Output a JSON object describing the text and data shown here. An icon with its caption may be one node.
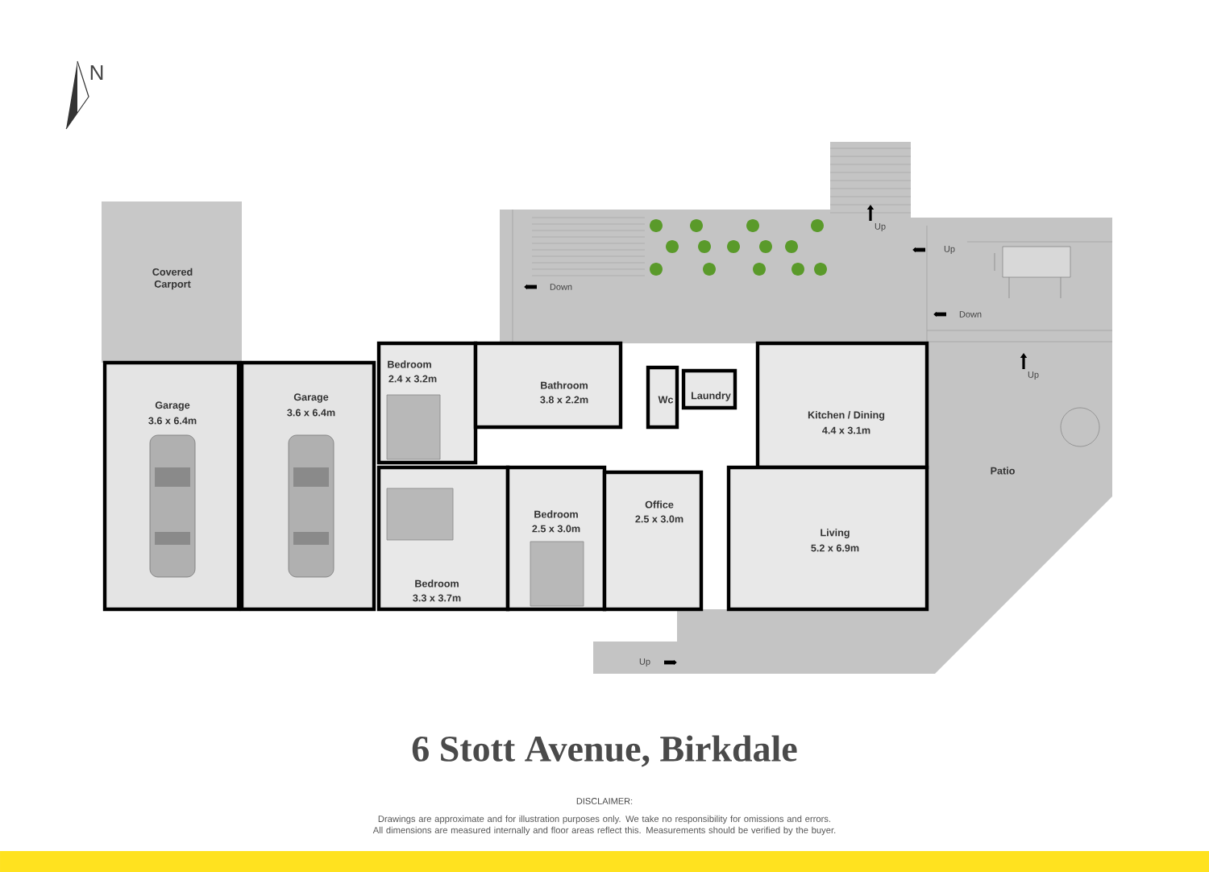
{
  "diagram": {
    "title": "6 Stott Avenue, Birkdale",
    "caption": "Drawings are approximate and for illustration purposes only. We take no responsibility for omissions and errors. All dimensions are measured internally and floor areas reflect this. Measurements should be verified by the buyer.",
    "nodes": [
      {
        "text": [
          "Covered Carport"
        ]
      },
      {
        "text": [
          "Garage",
          "3.6 x 6.4m"
        ]
      },
      {
        "text": [
          "Garage",
          "3.6 x 6.4m"
        ]
      },
      {
        "text": [
          "Bedroom",
          "2.4 x 3.2m"
        ]
      },
      {
        "text": [
          "Bathroom",
          "3.8 x 2.2m"
        ]
      },
      {
        "text": [
          "Wc"
        ]
      },
      {
        "text": [
          "Laundry"
        ]
      },
      {
        "text": [
          "Kitchen / Dining",
          "4.4 x 3.1m"
        ]
      },
      {
        "text": [
          "Bedroom",
          "3.3 x 3.7m"
        ]
      },
      {
        "text": [
          "Bedroom",
          "2.5 x 3.0m"
        ]
      },
      {
        "text": [
          "Office",
          "2.5 x 3.0m"
        ]
      },
      {
        "text": [
          "Living",
          "5.2 x 6.9m"
        ]
      },
      {
        "text": [
          "Patio"
        ]
      }
    ],
    "labels": [
      "N",
      "Up",
      "Up",
      "Down",
      "Down",
      "Up",
      "Up",
      "DISCLAIMER:"
    ]
  }
}
